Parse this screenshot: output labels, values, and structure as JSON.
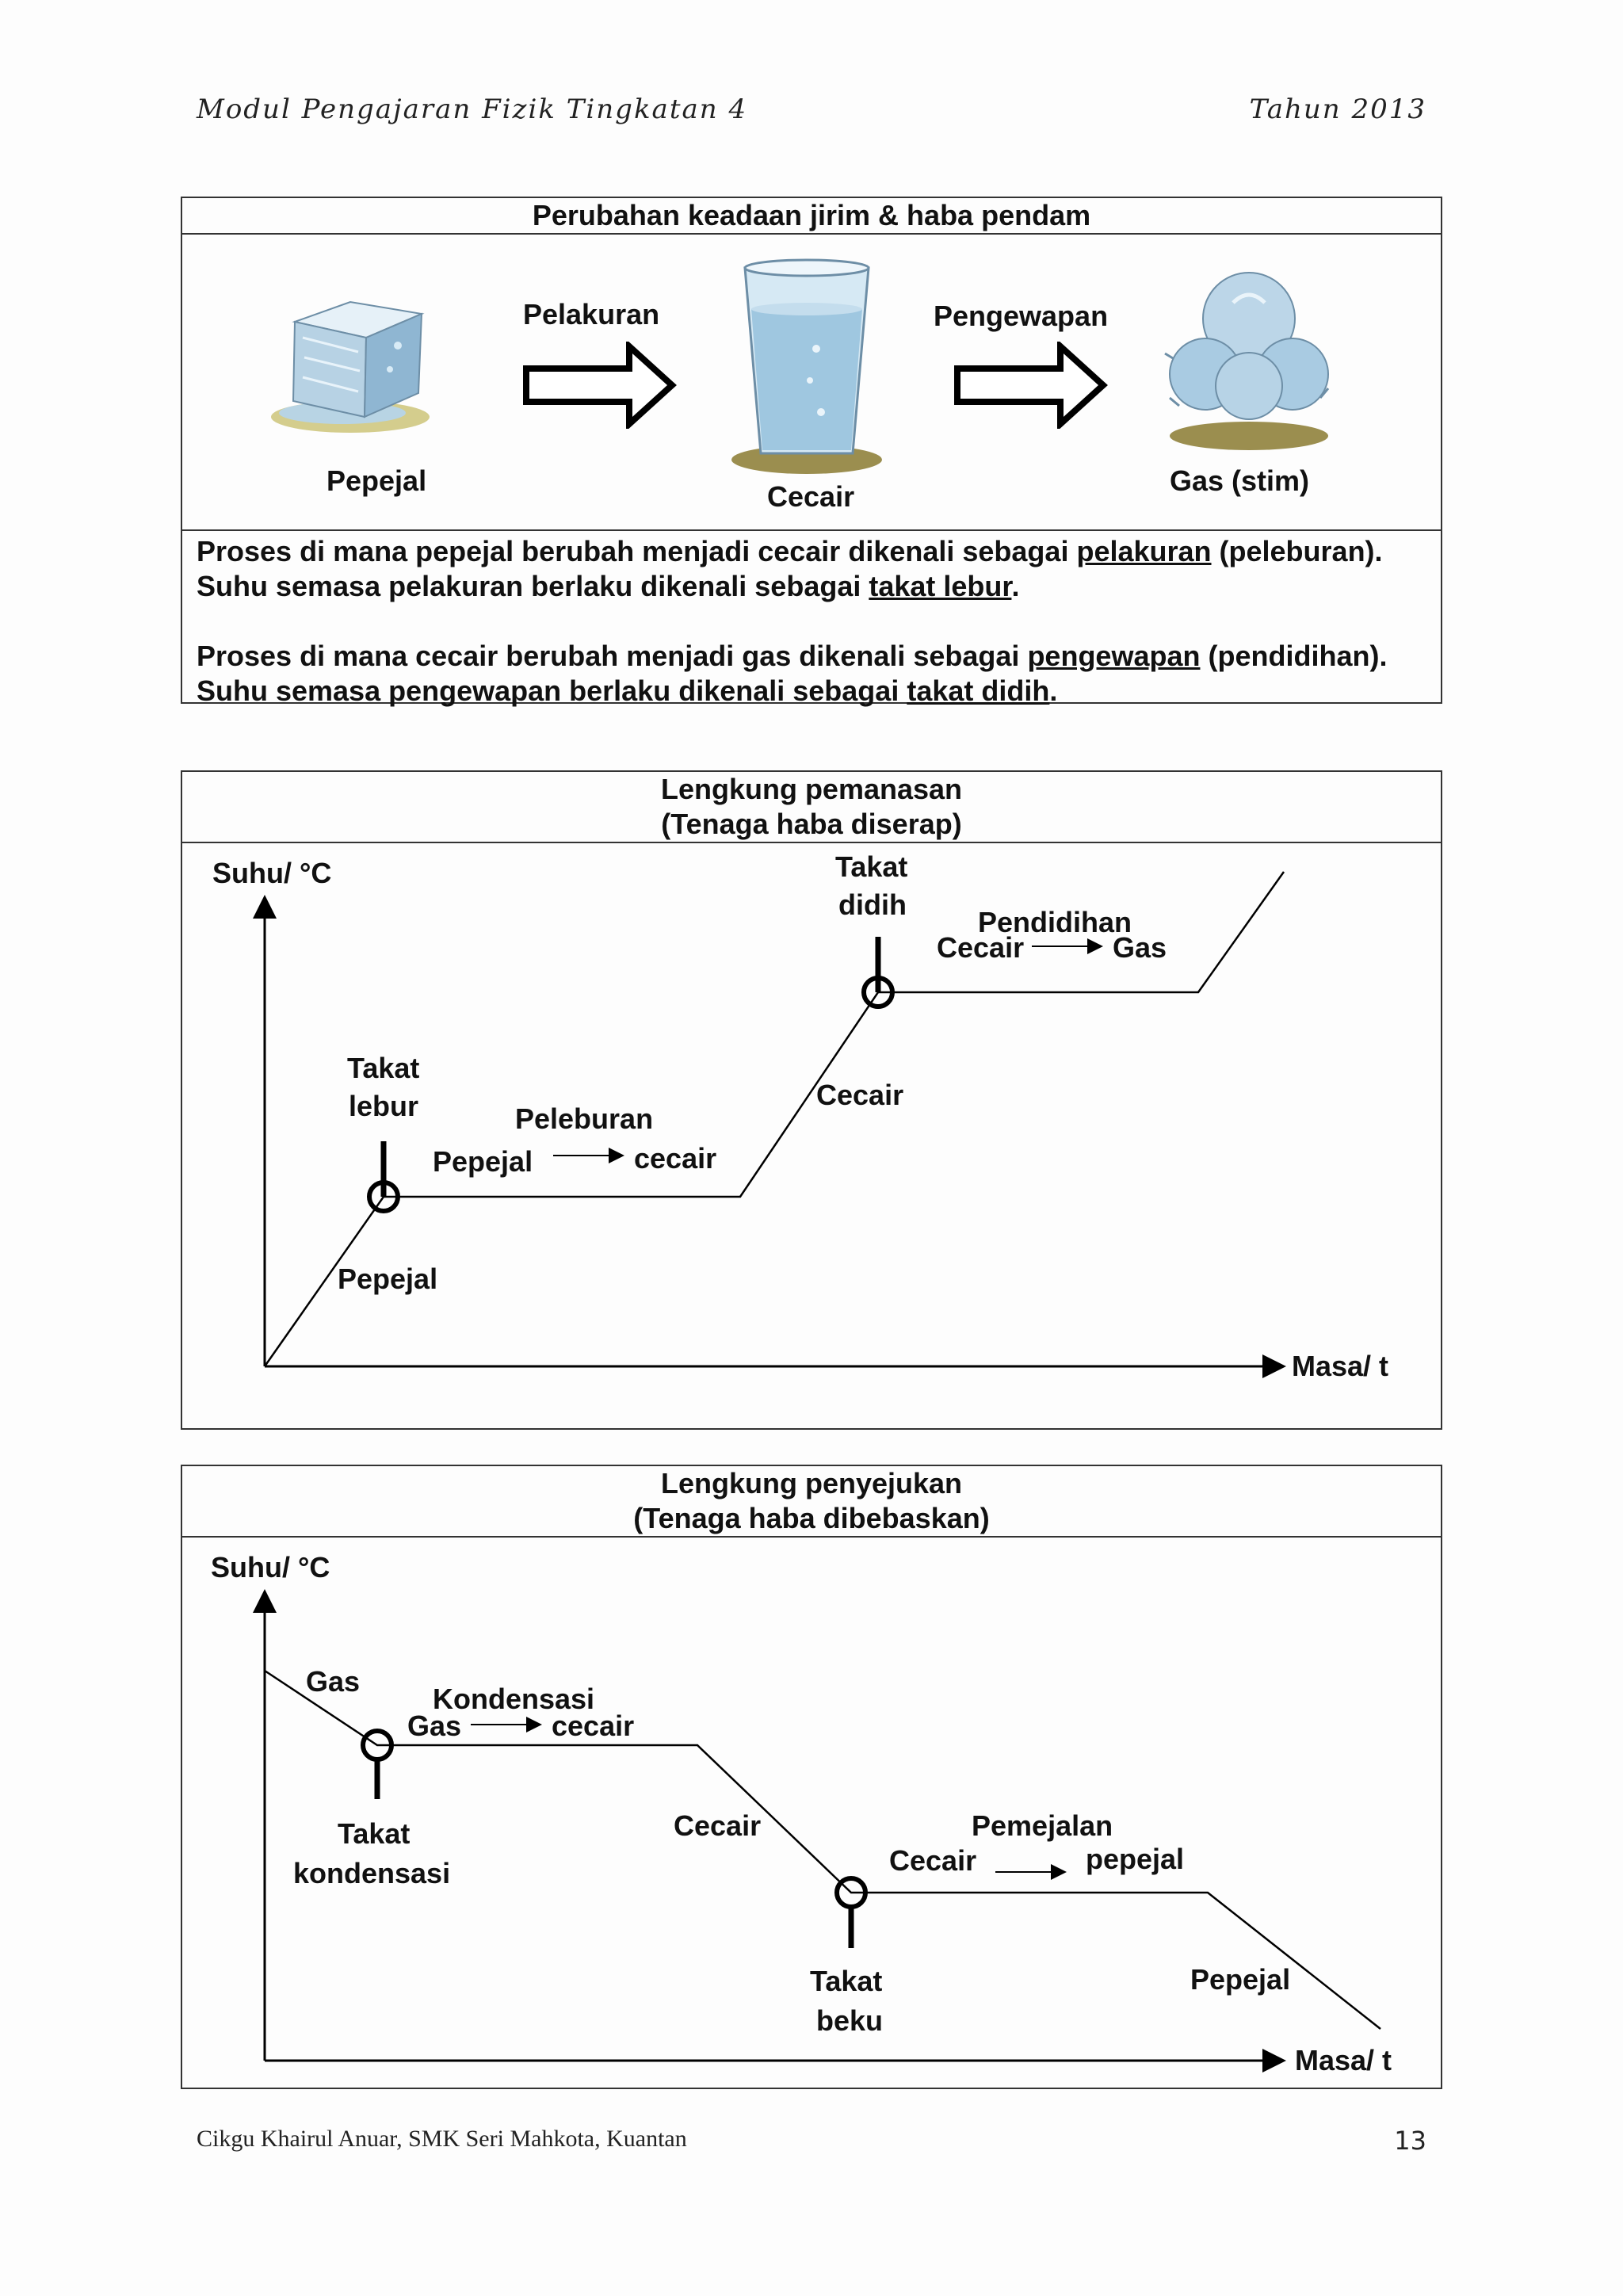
{
  "header": {
    "title": "Modul Pengajaran Fizik Tingkatan 4",
    "year": "Tahun 2013"
  },
  "states_box": {
    "title": "Perubahan keadaan jirim & haba pendam",
    "process_1": "Pelakuran",
    "process_2": "Pengewapan",
    "state_1": "Pepejal",
    "state_2": "Cecair",
    "state_3": "Gas (stim)",
    "icons": [
      "ice-cube-icon",
      "water-glass-icon",
      "steam-cloud-icon"
    ],
    "para_1": {
      "t1": "Proses di mana pepejal berubah menjadi cecair dikenali sebagai ",
      "u1": "pelakuran",
      "t2": " (peleburan). Suhu semasa pelakuran berlaku dikenali sebagai ",
      "u2": "takat lebur",
      "t3": "."
    },
    "para_2": {
      "t1": "Proses di mana cecair berubah menjadi gas dikenali sebagai ",
      "u1": "pengewapan",
      "t2": " (pendidihan). Suhu semasa pengewapan berlaku dikenali sebagai ",
      "u2": "takat didih",
      "t3": "."
    }
  },
  "heating_curve": {
    "title_1": "Lengkung pemanasan",
    "title_2": "(Tenaga haba diserap)",
    "y_axis": "Suhu/ °C",
    "x_axis": "Masa/ t",
    "melting_point_1": "Takat",
    "melting_point_2": "lebur",
    "boiling_point_1": "Takat",
    "boiling_point_2": "didih",
    "melting_process": "Peleburan",
    "melting_from": "Pepejal",
    "melting_to": "cecair",
    "boiling_process": "Pendidihan",
    "boiling_from": "Cecair",
    "boiling_to": "Gas",
    "segment_solid": "Pepejal",
    "segment_liquid": "Cecair"
  },
  "cooling_curve": {
    "title_1": "Lengkung penyejukan",
    "title_2": "(Tenaga haba dibebaskan)",
    "y_axis": "Suhu/ °C",
    "x_axis": "Masa/ t",
    "segment_gas": "Gas",
    "condensation_process": "Kondensasi",
    "condensation_from": "Gas",
    "condensation_to": "cecair",
    "condensation_point_1": "Takat",
    "condensation_point_2": "kondensasi",
    "segment_liquid": "Cecair",
    "freezing_process": "Pemejalan",
    "freezing_from": "Cecair",
    "freezing_to": "pepejal",
    "freezing_point_1": "Takat",
    "freezing_point_2": "beku",
    "segment_solid": "Pepejal"
  },
  "footer": {
    "author": "Cikgu Khairul Anuar, SMK Seri Mahkota, Kuantan",
    "page": "13"
  }
}
